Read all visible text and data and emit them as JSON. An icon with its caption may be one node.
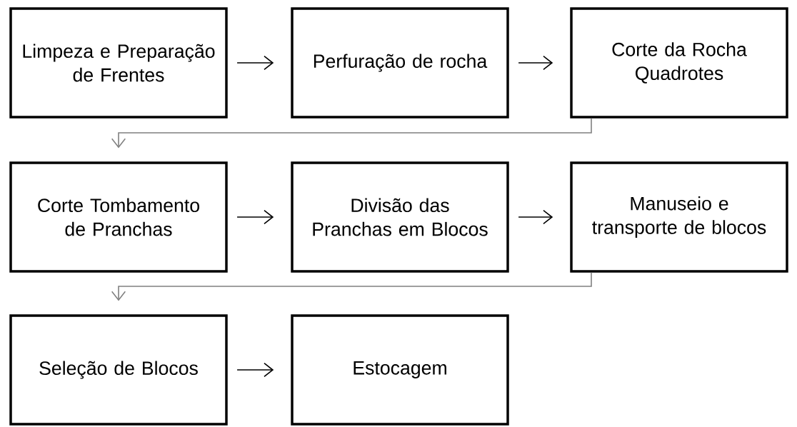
{
  "diagram": {
    "nodes": [
      {
        "text": [
          "Limpeza e Preparação de Frentes"
        ]
      },
      {
        "text": [
          "Perfuração de rocha"
        ]
      },
      {
        "text": [
          "Corte da Rocha Quadrotes"
        ]
      },
      {
        "text": [
          "Corte Tombamento de Pranchas"
        ]
      },
      {
        "text": [
          "Divisão das Pranchas em Blocos"
        ]
      },
      {
        "text": [
          "Manuseio e transporte de blocos"
        ]
      },
      {
        "text": [
          "Seleção de Blocos"
        ]
      },
      {
        "text": [
          "Estocagem"
        ]
      }
    ],
    "edges": [
      {
        "from": 0,
        "to": 1,
        "arrow": "to"
      },
      {
        "from": 1,
        "to": 2,
        "arrow": "to"
      },
      {
        "from": 2,
        "to": 3,
        "arrow": "to",
        "color": "#808080"
      },
      {
        "from": 3,
        "to": 4,
        "arrow": "to"
      },
      {
        "from": 4,
        "to": 5,
        "arrow": "to"
      },
      {
        "from": 5,
        "to": 6,
        "arrow": "to",
        "color": "#808080"
      },
      {
        "from": 6,
        "to": 7,
        "arrow": "to"
      }
    ]
  }
}
